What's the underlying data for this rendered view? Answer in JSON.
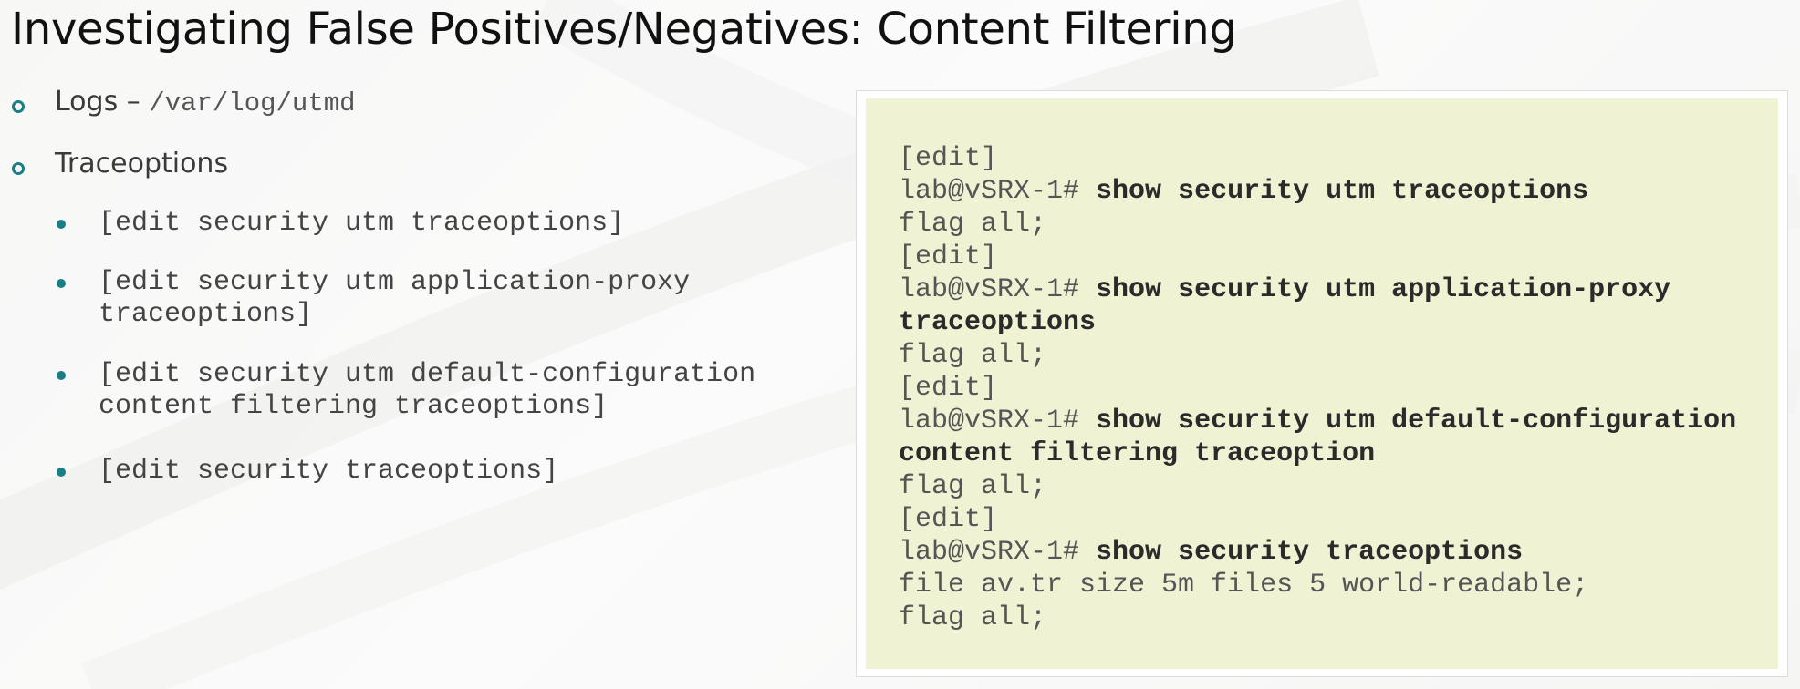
{
  "slide": {
    "title": "Investigating False Positives/Negatives: Content Filtering",
    "bullets": [
      {
        "label": "Logs",
        "separator": " – ",
        "code": "/var/log/utmd"
      },
      {
        "label": "Traceoptions"
      }
    ],
    "sub_bullets": [
      {
        "line1": "[edit security utm traceoptions]",
        "line2": ""
      },
      {
        "line1": "[edit security utm application-proxy",
        "line2": "traceoptions]"
      },
      {
        "line1": "[edit security utm default-configuration",
        "line2": "content filtering traceoptions]"
      },
      {
        "line1": "[edit security traceoptions]",
        "line2": ""
      }
    ],
    "code_block": {
      "prompt": "lab@vSRX-1# ",
      "lines": [
        {
          "prompt": "",
          "text": "[edit]"
        },
        {
          "prompt": "lab@vSRX-1# ",
          "text": "show security utm traceoptions"
        },
        {
          "prompt": "",
          "text": "flag all;"
        },
        {
          "prompt": "",
          "text": "[edit]"
        },
        {
          "prompt": "lab@vSRX-1# ",
          "text": "show security utm application-proxy"
        },
        {
          "prompt": "",
          "text": "traceoptions",
          "bold": true
        },
        {
          "prompt": "",
          "text": "flag all;"
        },
        {
          "prompt": "",
          "text": "[edit]"
        },
        {
          "prompt": "lab@vSRX-1# ",
          "text": "show security utm default-configuration"
        },
        {
          "prompt": "",
          "text": "content filtering traceoption",
          "bold": true
        },
        {
          "prompt": "",
          "text": "flag all;"
        },
        {
          "prompt": "",
          "text": "[edit]"
        },
        {
          "prompt": "lab@vSRX-1# ",
          "text": "show security traceoptions"
        },
        {
          "prompt": "",
          "text": "file av.tr size 5m files 5 world-readable;"
        },
        {
          "prompt": "",
          "text": "flag all;"
        }
      ]
    },
    "colors": {
      "bullet_accent": "#1a7f85",
      "code_background": "#f0f2d4"
    }
  }
}
